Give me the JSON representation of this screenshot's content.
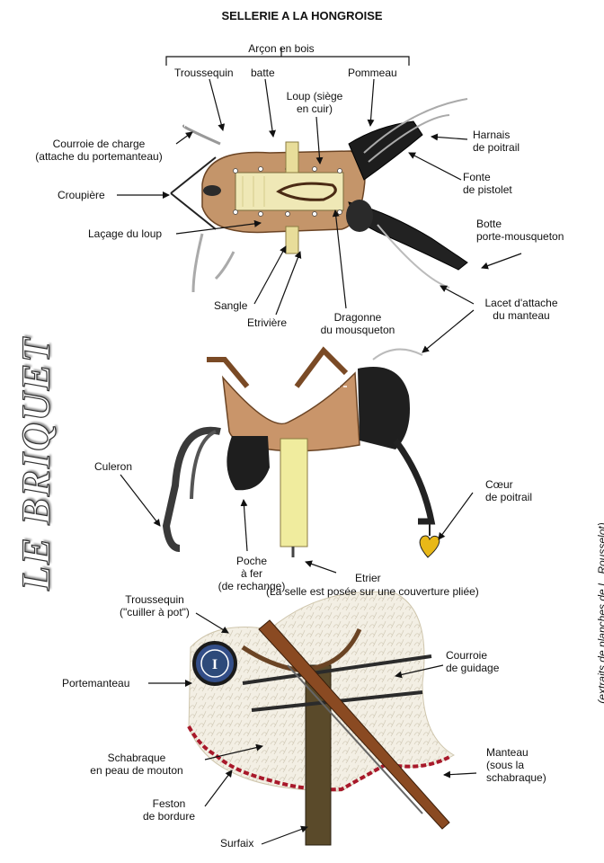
{
  "title": "SELLERIE A LA HONGROISE",
  "side_title": "LE BRIQUET",
  "credit": "(extraits de planches de L. Rousselot)",
  "caption": "(La selle est posée sur une couverture pliée)",
  "badge": "I",
  "labels": {
    "arcon": "Arçon en bois",
    "troussequin": "Troussequin",
    "batte": "batte",
    "pommeau": "Pommeau",
    "loup1": "Loup (siège",
    "loup2": "en cuir)",
    "courroie_charge1": "Courroie de charge",
    "courroie_charge2": "(attache du portemanteau)",
    "harnais1": "Harnais",
    "harnais2": "de poitrail",
    "fonte1": "Fonte",
    "fonte2": "de pistolet",
    "croupiere": "Croupière",
    "lacage": "Laçage du loup",
    "botte1": "Botte",
    "botte2": "porte-mousqueton",
    "sangle": "Sangle",
    "etriviere": "Etrivière",
    "dragonne1": "Dragonne",
    "dragonne2": "du mousqueton",
    "lacet1": "Lacet d'attache",
    "lacet2": "du manteau",
    "culeron": "Culeron",
    "coeur1": "Cœur",
    "coeur2": "de poitrail",
    "poche1": "Poche",
    "poche2": "à fer",
    "poche3": "(de rechange)",
    "etrier": "Etrier",
    "trouss2a": "Troussequin",
    "trouss2b": "(\"cuiller à pot\")",
    "courroie_guid1": "Courroie",
    "courroie_guid2": "de guidage",
    "portemanteau": "Portemanteau",
    "schab1": "Schabraque",
    "schab2": "en peau de mouton",
    "manteau1": "Manteau",
    "manteau2": "(sous la",
    "manteau3": "schabraque)",
    "feston1": "Feston",
    "feston2": "de bordure",
    "surfaix": "Surfaix"
  }
}
